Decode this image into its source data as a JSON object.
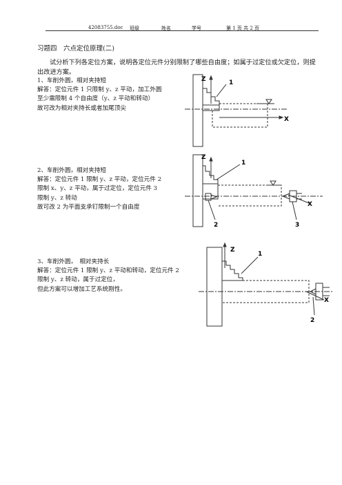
{
  "header": {
    "doc_name": "42083755.doc",
    "class_label": "班级",
    "name_label": "姓名",
    "student_id_label": "学号",
    "page_info": "第 1 页 共 2 页"
  },
  "title": "习题四　六点定位原理(二)",
  "intro": "试分析下列各定位方案，说明各定位元件分别限制了哪些自由度；如属于过定位或欠定位，则提出改进方案。",
  "problems": [
    {
      "heading": "1、车削外圆，相对夹持短",
      "lines": [
        "解答：定位元件 1 只限制 y、z 平动，加工外圆",
        "至少需限制 4 个自由度（y、z 平动和转动）",
        "故可改为相对夹持长或者加尾顶尖"
      ],
      "figure_labels": {
        "z": "Z",
        "x": "X",
        "el1": "1"
      }
    },
    {
      "heading": "2、车削外圆，相对夹持短",
      "lines": [
        "解答：定位元件 1 限制 y、z 平动，定位元件 2",
        "限制 x、y、z 平动，属于过定位，定位元件 3",
        "限制 y、z 转动",
        "故可改 2 为平面支承钉限制一个自由度"
      ],
      "figure_labels": {
        "z": "Z",
        "x": "X",
        "el1": "1",
        "el2": "2",
        "el3": "3"
      }
    },
    {
      "heading": "3、车削外圆，　相对夹持长",
      "lines": [
        "解答：定位元件 1 限制 y、z 平动和转动，定位元件 2",
        "限制 y、z 转动，属于过定位，",
        "但此方案可以增加工艺系统刚性。"
      ],
      "figure_labels": {
        "z": "Z",
        "x": "X",
        "el1": "1",
        "el2": "2"
      }
    }
  ]
}
